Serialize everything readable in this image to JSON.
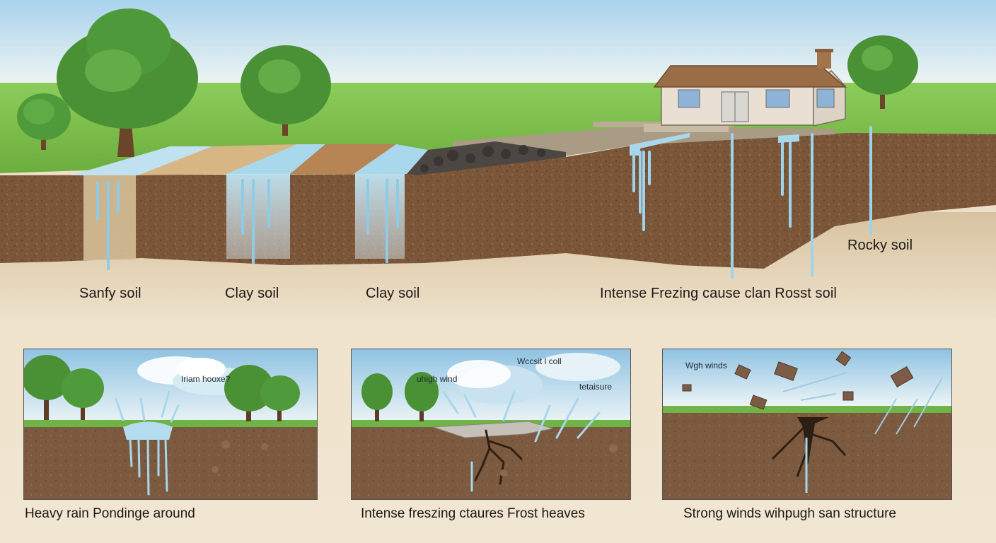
{
  "colors": {
    "sky_top": "#9cc8e6",
    "sky_bottom": "#eaf3f6",
    "grass": "#7cbf4a",
    "soil": "#7a5538",
    "subsoil": "#d9c4a2",
    "water": "#9fd3ec",
    "background": "#ece0c8"
  },
  "top_scene": {
    "labels": [
      {
        "text": "Sanfy soil"
      },
      {
        "text": "Clay soil"
      },
      {
        "text": "Clay soil"
      },
      {
        "text": "Intense Frezing cause clan Rosst soil"
      },
      {
        "text": "Rocky soil"
      }
    ]
  },
  "panels": [
    {
      "annotations": [
        "Iriam hooxe?"
      ],
      "caption": "Heavy rain Pondinge around"
    },
    {
      "annotations": [
        "Wccsit l coll",
        "uhigh wind",
        "tetaisure"
      ],
      "caption": "Intense freszing ctaures Frost heaves"
    },
    {
      "annotations": [
        "Wgh winds"
      ],
      "caption": "Strong winds wihpugh san structure"
    }
  ]
}
